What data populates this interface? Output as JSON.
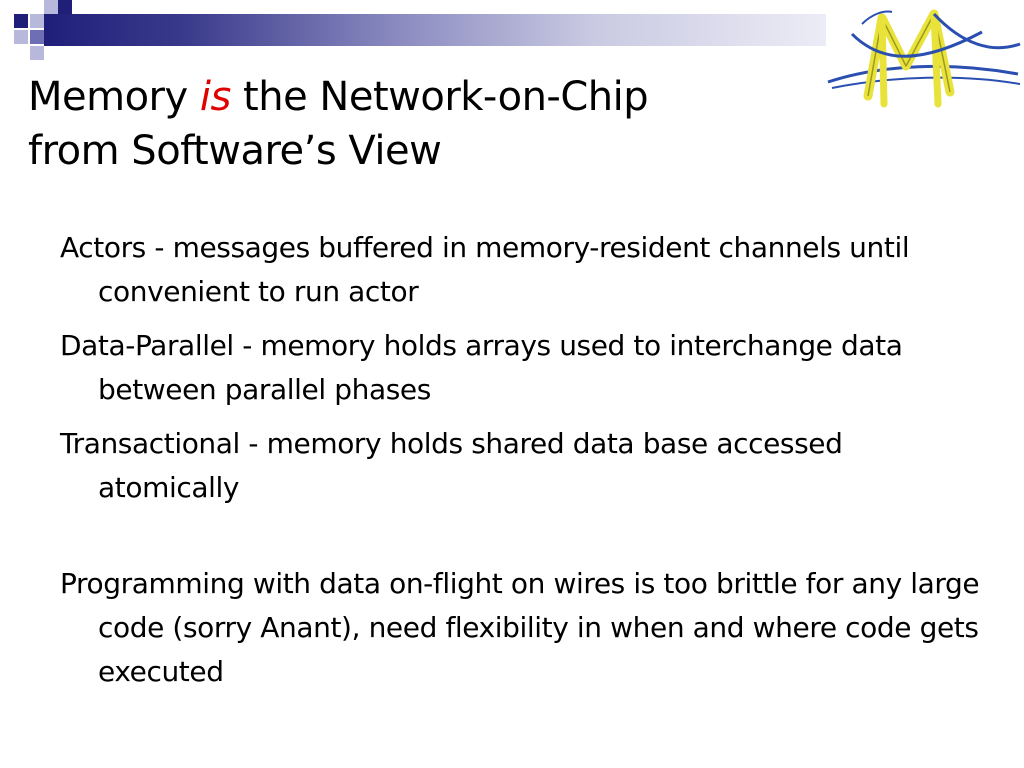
{
  "slide": {
    "title_part1": "Memory ",
    "title_emph": "is",
    "title_part2": " the Network-on-Chip",
    "title_line2": "from Software’s View",
    "bullets": [
      "Actors - messages buffered in memory-resident channels until convenient to run actor",
      "Data-Parallel - memory holds arrays used to interchange data between parallel phases",
      "Transactional - memory holds shared data base accessed atomically",
      "Programming with data on-flight on wires is too brittle for any large code (sorry Anant), need flexibility in when and where code gets executed"
    ]
  },
  "colors": {
    "emphasis": "#e00000",
    "header_navy": "#1f1f7a",
    "header_lavender": "#b8b8dc"
  },
  "icons": {
    "logo": "bridge-logo-icon"
  }
}
